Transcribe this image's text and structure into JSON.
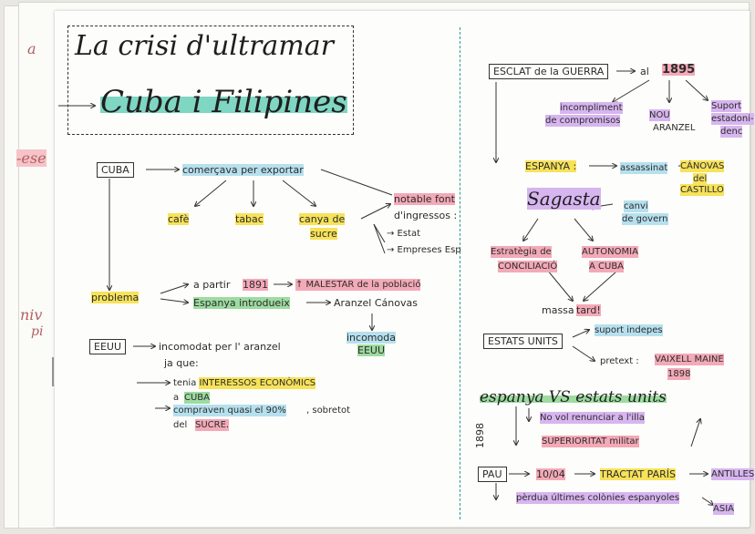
{
  "back": {
    "left_a": "a",
    "left_ese": "-ese",
    "left_niu": "niv",
    "left_pi": "pi"
  },
  "title": {
    "line1": "La crisi d'ultramar",
    "line2": "Cuba i Filipines"
  },
  "left": {
    "cuba": "CUBA",
    "comercava": "comerçava per exportar",
    "cafe": "cafè",
    "tabac": "tabac",
    "canya": "canya de",
    "sucre": "sucre",
    "notable1": "notable font",
    "notable2": "d'ingressos :",
    "estat": "→ Estat",
    "empreses": "→ Empreses Esp",
    "problema": "problema",
    "a_partir": "a partir",
    "year1891": "1891",
    "malestar": "↑ MALESTAR de la població",
    "espanya_intro": "Espanya introdueix",
    "aranzel": "Aranzel Cánovas",
    "incomoda": "incomoda",
    "eeuu_small": "EEUU",
    "eeuu": "EEUU",
    "incomodat": "incomodat per l' aranzel",
    "ja_que": "ja que:",
    "tenia": "tenia INTERESSOS ECONÒMICS",
    "a_cuba_pre": "a",
    "a_cuba": "CUBA",
    "compraven": "compraven quasi el 90%",
    "sobretot": ", sobretot",
    "del": "del",
    "sucre2": "SUCRE."
  },
  "right": {
    "esclat": "ESCLAT de la GUERRA",
    "al": "al",
    "year1895": "1895",
    "incompliment1": "incompliment",
    "incompliment2": "de compromisos",
    "nou1": "NOU",
    "nou2": "ARANZEL",
    "suport1": "Suport",
    "suport2": "estadoni-",
    "suport3": "denc",
    "espanya": "ESPANYA :",
    "assassinat": "assassinat",
    "canovas1": "CÁNOVAS",
    "canovas2": "del",
    "canovas3": "CASTILLO",
    "sagasta": "Sagasta",
    "canvi1": "canvi",
    "canvi2": "de govern",
    "estrategia1": "Estratègia de",
    "estrategia2": "CONCILIACIÓ",
    "autonomia1": "AUTONOMIA",
    "autonomia2": "A CUBA",
    "massa": "massa",
    "tard": "tard!",
    "estats": "ESTATS UNITS",
    "suport_indep": "suport indepes",
    "pretext": "pretext :",
    "vaixell": "VAIXELL MAINE",
    "year1898a": "1898",
    "espanya_vs": "espanya VS estats units",
    "no_vol": "No vol renunciar a l'illa",
    "year1898v": "1898",
    "superioritat": "SUPERIORITAT militar",
    "pau": "PAU",
    "date1004": "10/04",
    "tractat": "TRACTAT PARÍS",
    "antilles": "ANTILLES",
    "perdua": "pèrdua últimes colònies espanyoles",
    "asia": "ASIA"
  }
}
